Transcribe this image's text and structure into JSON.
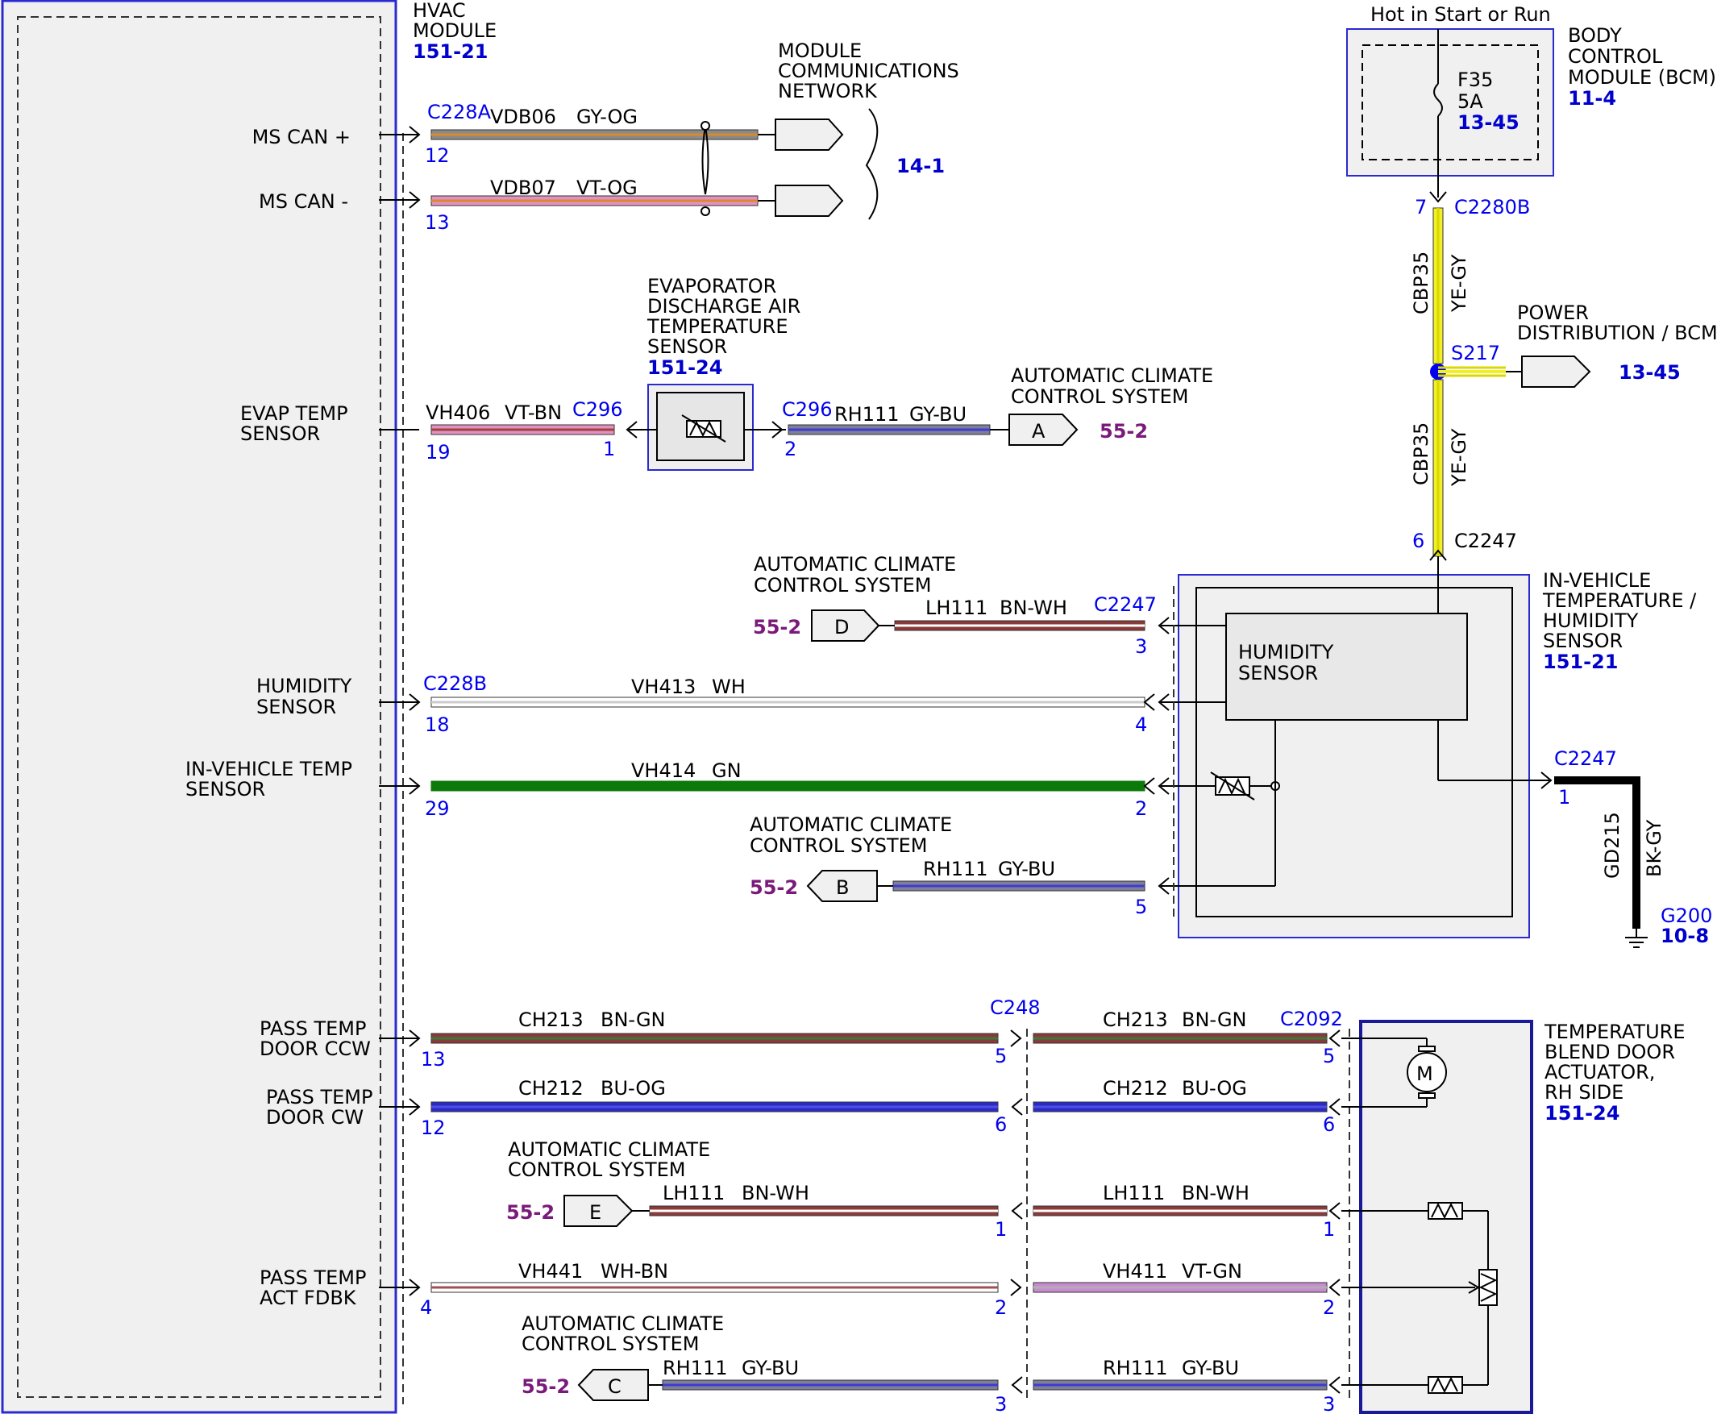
{
  "hvac_module": {
    "title": [
      "HVAC",
      "MODULE"
    ],
    "ref": "151-21"
  },
  "colors": {
    "GY-OG": [
      "#8a8a8a",
      "#d98a2b"
    ],
    "VT-OG": [
      "#e292c2",
      "#d98a2b"
    ],
    "VT-BN": [
      "#e292c2",
      "#a04040"
    ],
    "GY-BU": [
      "#7f7f9a",
      "#3c3cd0"
    ],
    "BN-WH": [
      "#8b3a3a",
      "#ffffff"
    ],
    "WH": [
      "#ffffff",
      "#cccccc"
    ],
    "GN": [
      "#0b7a0b",
      "#0b7a0b"
    ],
    "BN-GN": [
      "#8b3a3a",
      "#3a7a3a"
    ],
    "BU-OG": [
      "#2a2ac8",
      "#4f4fe0"
    ],
    "WH-BN": [
      "#ffffff",
      "#a05050"
    ],
    "VT-GN": [
      "#c88ad2",
      "#b0b0b0"
    ],
    "YE-GY": [
      "#f2ee2a",
      "#d9d900"
    ],
    "BK-GY": [
      "#000000",
      "#222222"
    ]
  },
  "signals": [
    {
      "id": "ms-can-plus",
      "label": [
        "MS CAN +"
      ]
    },
    {
      "id": "ms-can-minus",
      "label": [
        "MS CAN -"
      ]
    },
    {
      "id": "evap-temp",
      "label": [
        "EVAP TEMP",
        "SENSOR"
      ]
    },
    {
      "id": "humidity",
      "label": [
        "HUMIDITY",
        "SENSOR"
      ]
    },
    {
      "id": "in-vehicle-temp",
      "label": [
        "IN-VEHICLE TEMP",
        "SENSOR"
      ]
    },
    {
      "id": "pass-temp-ccw",
      "label": [
        "PASS TEMP",
        "DOOR CCW"
      ]
    },
    {
      "id": "pass-temp-cw",
      "label": [
        "PASS TEMP",
        "DOOR CW"
      ]
    },
    {
      "id": "pass-temp-fdbk",
      "label": [
        "PASS TEMP",
        "ACT FDBK"
      ]
    }
  ],
  "wires": [
    {
      "circuit": "VDB06",
      "color": "GY-OG",
      "connector": "C228A",
      "pin": "12"
    },
    {
      "circuit": "VDB07",
      "color": "VT-OG",
      "pin": "13"
    },
    {
      "circuit": "VH406",
      "color": "VT-BN",
      "pin": "19",
      "connector_end": "C296",
      "pin_end": "1"
    },
    {
      "circuit": "RH111",
      "color": "GY-BU",
      "connector": "C296",
      "pin": "2"
    },
    {
      "circuit": "LH111",
      "color": "BN-WH",
      "connector_end": "C2247",
      "pin_end": "3"
    },
    {
      "circuit": "VH413",
      "color": "WH",
      "connector": "C228B",
      "pin": "18",
      "pin_end": "4"
    },
    {
      "circuit": "VH414",
      "color": "GN",
      "pin": "29",
      "pin_end": "2"
    },
    {
      "circuit": "RH111",
      "color": "GY-BU",
      "pin_end": "5"
    },
    {
      "circuit": "CH213",
      "color": "BN-GN",
      "pin": "13",
      "connector_end": "C248",
      "pin_end": "5"
    },
    {
      "circuit": "CH213",
      "color": "BN-GN",
      "connector_end": "C2092",
      "pin_end": "5"
    },
    {
      "circuit": "CH212",
      "color": "BU-OG",
      "pin": "12",
      "pin_end": "6"
    },
    {
      "circuit": "CH212",
      "color": "BU-OG",
      "pin_end": "6"
    },
    {
      "circuit": "LH111",
      "color": "BN-WH",
      "pin_end": "1"
    },
    {
      "circuit": "LH111",
      "color": "BN-WH",
      "pin_end": "1"
    },
    {
      "circuit": "VH441",
      "color": "WH-BN",
      "pin": "4",
      "pin_end": "2"
    },
    {
      "circuit": "VH411",
      "color": "VT-GN",
      "pin_end": "2"
    },
    {
      "circuit": "RH111",
      "color": "GY-BU",
      "pin_end": "3"
    },
    {
      "circuit": "RH111",
      "color": "GY-BU",
      "pin_end": "3"
    }
  ],
  "network": {
    "label": [
      "MODULE",
      "COMMUNICATIONS",
      "NETWORK"
    ],
    "ref": "14-1"
  },
  "evap_sensor": {
    "label": [
      "EVAPORATOR",
      "DISCHARGE AIR",
      "TEMPERATURE",
      "SENSOR"
    ],
    "ref": "151-24"
  },
  "acc_refs": [
    {
      "letter": "A",
      "label": [
        "AUTOMATIC CLIMATE",
        "CONTROL SYSTEM"
      ],
      "ref": "55-2"
    },
    {
      "letter": "D",
      "label": [
        "AUTOMATIC CLIMATE",
        "CONTROL SYSTEM"
      ],
      "ref": "55-2"
    },
    {
      "letter": "B",
      "label": [
        "AUTOMATIC CLIMATE",
        "CONTROL SYSTEM"
      ],
      "ref": "55-2"
    },
    {
      "letter": "E",
      "label": [
        "AUTOMATIC CLIMATE",
        "CONTROL SYSTEM"
      ],
      "ref": "55-2"
    },
    {
      "letter": "C",
      "label": [
        "AUTOMATIC CLIMATE",
        "CONTROL SYSTEM"
      ],
      "ref": "55-2"
    }
  ],
  "bcm": {
    "hot": "Hot in Start or Run",
    "label": [
      "BODY",
      "CONTROL",
      "MODULE (BCM)"
    ],
    "ref": "11-4",
    "fuse": "F35",
    "fuse_amps": "5A",
    "fuse_ref": "13-45",
    "connector": "C2280B",
    "pin": "7"
  },
  "cbp35": {
    "circuit": "CBP35",
    "color": "YE-GY"
  },
  "splice": {
    "name": "S217",
    "label": [
      "POWER",
      "DISTRIBUTION / BCM"
    ],
    "ref": "13-45"
  },
  "c2247_top": {
    "connector": "C2247",
    "pin": "6"
  },
  "in_vehicle_sensor": {
    "label": [
      "IN-VEHICLE",
      "TEMPERATURE /",
      "HUMIDITY",
      "SENSOR"
    ],
    "ref": "151-21",
    "humidity_label": [
      "HUMIDITY",
      "SENSOR"
    ]
  },
  "ground": {
    "connector": "C2247",
    "pin": "1",
    "circuit": "GD215",
    "color": "BK-GY",
    "name": "G200",
    "ref": "10-8"
  },
  "actuator": {
    "label": [
      "TEMPERATURE",
      "BLEND DOOR",
      "ACTUATOR,",
      "RH SIDE"
    ],
    "ref": "151-24",
    "motor": "M"
  }
}
